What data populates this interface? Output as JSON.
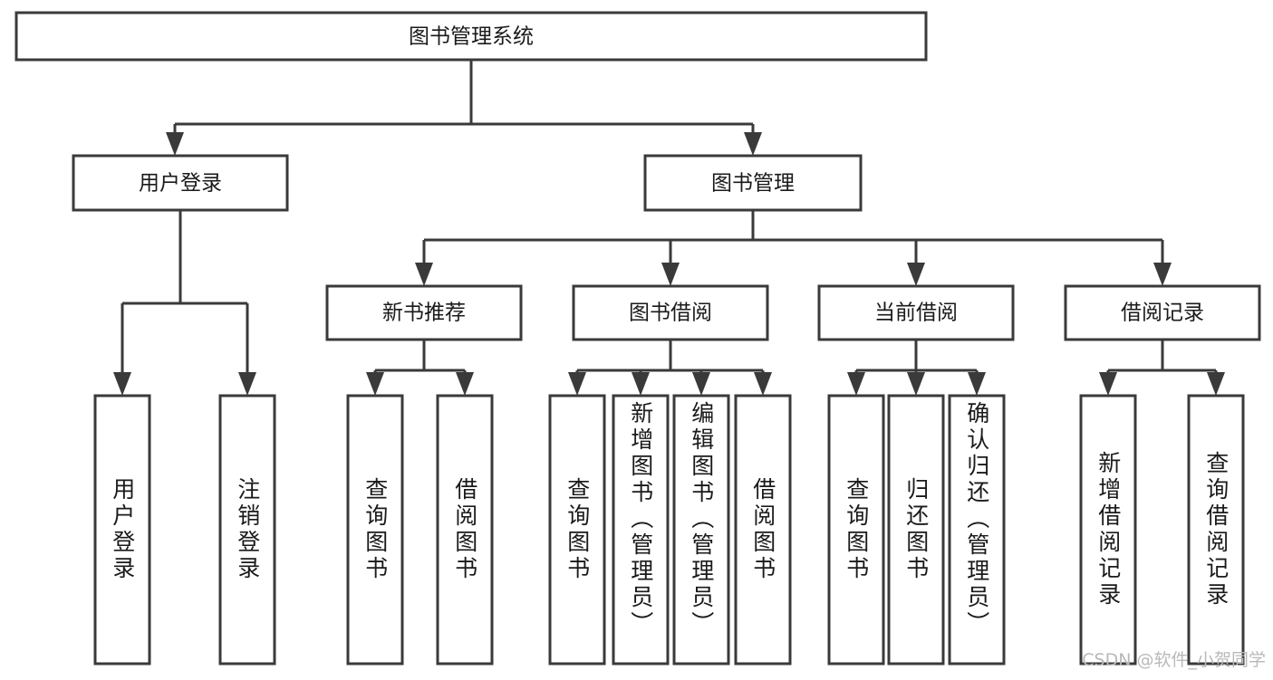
{
  "diagram": {
    "title": "图书管理系统",
    "type": "tree",
    "orientation": "top-down",
    "root": {
      "id": "root",
      "label": "图书管理系统",
      "text_direction": "horizontal"
    },
    "level2": [
      {
        "id": "user-login",
        "label": "用户登录",
        "text_direction": "horizontal"
      },
      {
        "id": "book-manage",
        "label": "图书管理",
        "text_direction": "horizontal"
      }
    ],
    "level3": [
      {
        "id": "new-book-recommend",
        "label": "新书推荐",
        "parent": "book-manage",
        "text_direction": "horizontal"
      },
      {
        "id": "book-borrow",
        "label": "图书借阅",
        "parent": "book-manage",
        "text_direction": "horizontal"
      },
      {
        "id": "current-borrow",
        "label": "当前借阅",
        "parent": "book-manage",
        "text_direction": "horizontal"
      },
      {
        "id": "borrow-record",
        "label": "借阅记录",
        "parent": "book-manage",
        "text_direction": "horizontal"
      }
    ],
    "leaves": [
      {
        "id": "leaf-user-login",
        "label": "用户登录",
        "parent": "user-login",
        "text_direction": "vertical"
      },
      {
        "id": "leaf-user-logout",
        "label": "注销登录",
        "parent": "user-login",
        "text_direction": "vertical"
      },
      {
        "id": "leaf-query-book-1",
        "label": "查询图书",
        "parent": "new-book-recommend",
        "text_direction": "vertical"
      },
      {
        "id": "leaf-borrow-book-1",
        "label": "借阅图书",
        "parent": "new-book-recommend",
        "text_direction": "vertical"
      },
      {
        "id": "leaf-query-book-2",
        "label": "查询图书",
        "parent": "book-borrow",
        "text_direction": "vertical"
      },
      {
        "id": "leaf-add-book",
        "label": "新增图书（管理员）",
        "parent": "book-borrow",
        "text_direction": "vertical"
      },
      {
        "id": "leaf-edit-book",
        "label": "编辑图书（管理员）",
        "parent": "book-borrow",
        "text_direction": "vertical"
      },
      {
        "id": "leaf-borrow-book-2",
        "label": "借阅图书",
        "parent": "book-borrow",
        "text_direction": "vertical"
      },
      {
        "id": "leaf-query-book-3",
        "label": "查询图书",
        "parent": "current-borrow",
        "text_direction": "vertical"
      },
      {
        "id": "leaf-return-book",
        "label": "归还图书",
        "parent": "current-borrow",
        "text_direction": "vertical"
      },
      {
        "id": "leaf-confirm-return",
        "label": "确认归还（管理员）",
        "parent": "current-borrow",
        "text_direction": "vertical"
      },
      {
        "id": "leaf-add-record",
        "label": "新增借阅记录",
        "parent": "borrow-record",
        "text_direction": "vertical"
      },
      {
        "id": "leaf-query-record",
        "label": "查询借阅记录",
        "parent": "borrow-record",
        "text_direction": "vertical"
      }
    ]
  },
  "watermark": {
    "text": "CSDN @软件_小贺同学"
  },
  "colors": {
    "background": "#ffffff",
    "box_fill": "#ffffff",
    "box_stroke": "#3a3a3a",
    "text": "#1a1a1a",
    "watermark": "#b9b9b9"
  }
}
